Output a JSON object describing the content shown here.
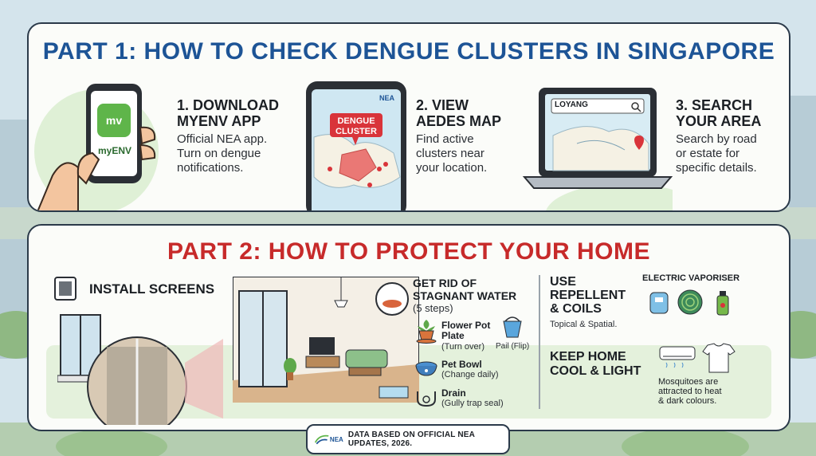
{
  "part1": {
    "title": "PART 1: HOW TO CHECK DENGUE CLUSTERS IN SINGAPORE",
    "steps": [
      {
        "title_line1": "1. DOWNLOAD",
        "title_line2": "MYENV APP",
        "desc_lines": [
          "Official NEA app.",
          "Turn on dengue",
          "notifications."
        ]
      },
      {
        "title_line1": "2. VIEW",
        "title_line2": "AEDES MAP",
        "desc_lines": [
          "Find active",
          "clusters near",
          "your location."
        ]
      },
      {
        "title_line1": "3. SEARCH",
        "title_line2": "YOUR AREA",
        "desc_lines": [
          "Search by road",
          "or estate for",
          "specific details."
        ]
      }
    ],
    "app_name": "myENV",
    "app_icon_text": "mv",
    "map_badge_line1": "DENGUE",
    "map_badge_line2": "CLUSTER",
    "map_logo": "NEA",
    "search_value": "LOYANG"
  },
  "part2": {
    "title": "PART 2: HOW TO PROTECT YOUR HOME",
    "screens_label": "INSTALL SCREENS",
    "stagnant": {
      "title_line1": "GET RID OF",
      "title_line2": "STAGNANT WATER",
      "steps_note": "(5 steps)",
      "items": [
        {
          "name_line1": "Flower Pot",
          "name_line2": "Plate",
          "action": "(Turn over)"
        },
        {
          "name_line1": "Pail",
          "name_line2": "",
          "action": "(Flip)"
        },
        {
          "name_line1": "Pet Bowl",
          "name_line2": "",
          "action": "(Change daily)"
        },
        {
          "name_line1": "Drain",
          "name_line2": "",
          "action": "(Gully trap seal)"
        }
      ]
    },
    "repellent": {
      "title_line1": "USE",
      "title_line2": "REPELLENT",
      "title_line3": "& COILS",
      "desc": "Topical & Spatial.",
      "vaporiser_label": "ELECTRIC VAPORISER"
    },
    "cool": {
      "title_line1": "KEEP HOME",
      "title_line2": "COOL & LIGHT",
      "desc_lines": [
        "Mosquitoes are",
        "attracted to heat",
        "& dark colours."
      ]
    }
  },
  "footer": {
    "logo": "NEA",
    "text": "DATA BASED ON OFFICIAL NEA UPDATES, 2026."
  },
  "colors": {
    "part1_title": "#1d5496",
    "part2_title": "#c72a2a",
    "accent_green": "#6dbf4b",
    "cluster_red": "#d9343a"
  }
}
